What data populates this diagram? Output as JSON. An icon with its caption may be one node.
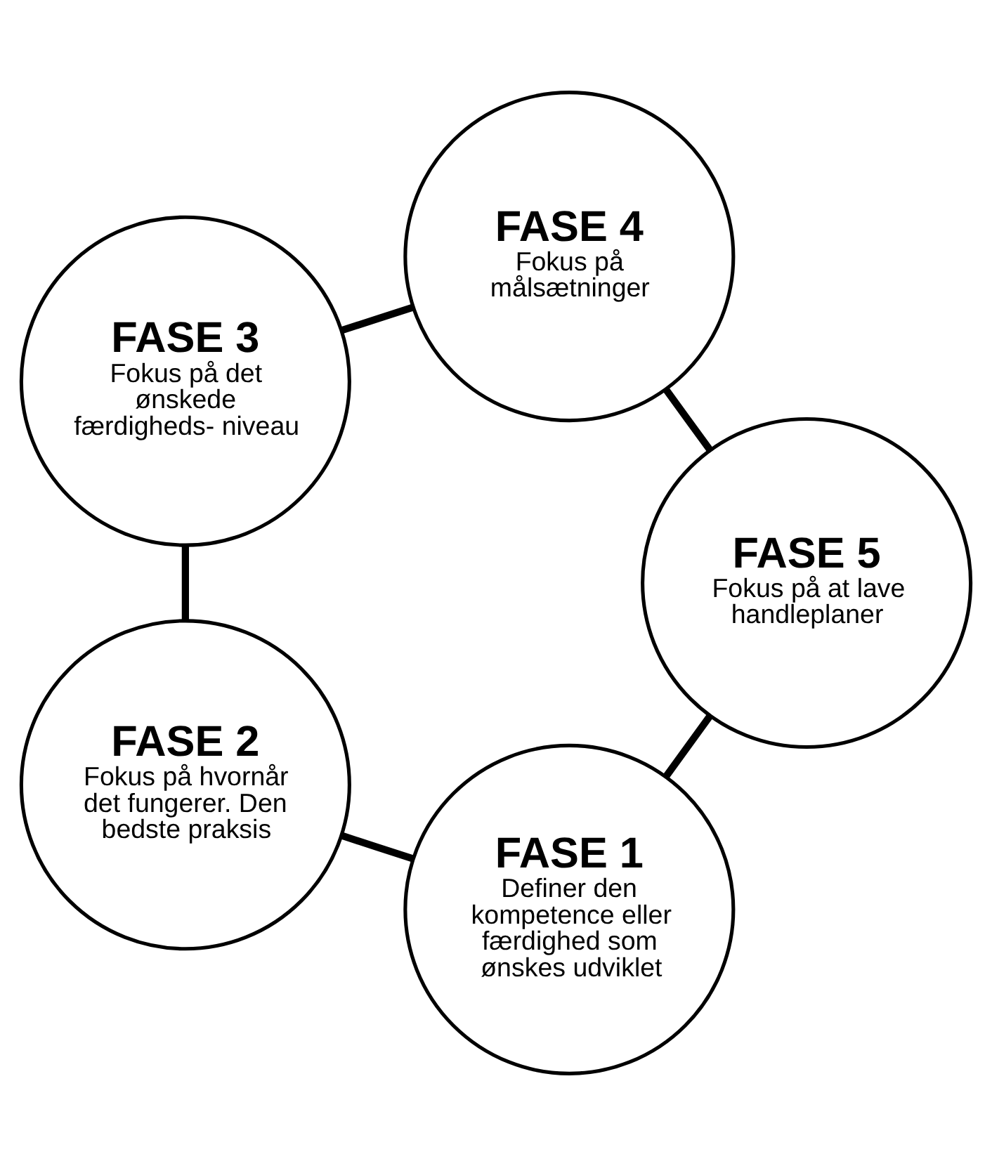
{
  "diagram": {
    "nodes": [
      {
        "text": [
          "FASE 1",
          "Definer den kompetence eller færdighed som ønskes udviklet"
        ]
      },
      {
        "text": [
          "FASE 2",
          "Fokus på hvornår det fungerer. Den bedste praksis"
        ]
      },
      {
        "text": [
          "FASE 3",
          "Fokus på det ønskede færdigheds- niveau"
        ]
      },
      {
        "text": [
          "FASE 4",
          "Fokus på målsætninger"
        ]
      },
      {
        "text": [
          "FASE 5",
          "Fokus på at lave handleplaner"
        ]
      }
    ],
    "edges": [
      {
        "from": 0,
        "to": 1,
        "arrow": "none"
      },
      {
        "from": 1,
        "to": 2,
        "arrow": "none"
      },
      {
        "from": 2,
        "to": 3,
        "arrow": "none"
      },
      {
        "from": 3,
        "to": 4,
        "arrow": "none"
      },
      {
        "from": 4,
        "to": 0,
        "arrow": "none"
      }
    ]
  }
}
